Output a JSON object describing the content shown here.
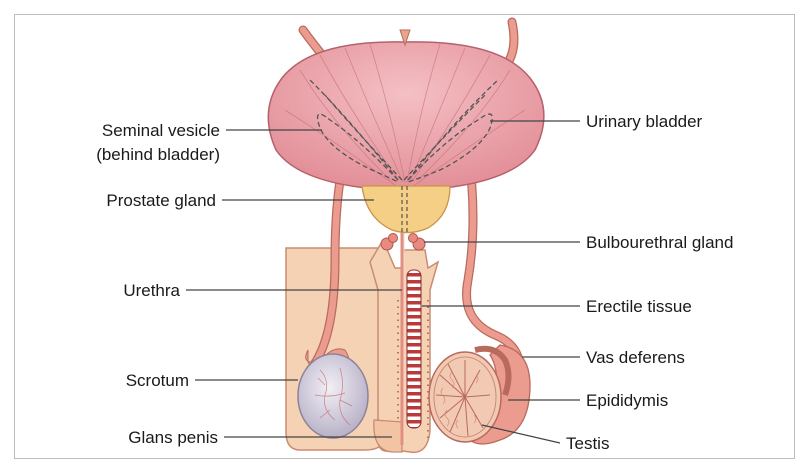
{
  "labels": {
    "seminal_vesicle_line1": "Seminal vesicle",
    "seminal_vesicle_line2": "(behind bladder)",
    "prostate_gland": "Prostate gland",
    "urethra": "Urethra",
    "scrotum": "Scrotum",
    "glans_penis": "Glans penis",
    "urinary_bladder": "Urinary bladder",
    "bulbourethral_gland": "Bulbourethral gland",
    "erectile_tissue": "Erectile tissue",
    "vas_deferens": "Vas deferens",
    "epididymis": "Epididymis",
    "testis": "Testis"
  },
  "colors": {
    "bladder": "#e9a2a8",
    "bladder_dark": "#c8707a",
    "prostate": "#f6cf86",
    "skin": "#f6d2b4",
    "skin_outline": "#c98c73",
    "duct": "#ec9c8f",
    "duct_outline": "#b86a5c",
    "testis": "#d9d4e2",
    "erectile_stripe": "#b83a3a"
  }
}
